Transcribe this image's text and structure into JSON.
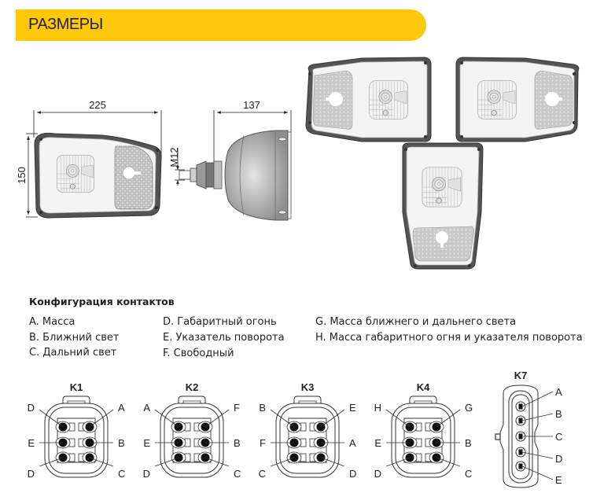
{
  "header": {
    "title": "РАЗМЕРЫ",
    "accent_color": "#fec90a"
  },
  "dimensions": {
    "width_label": "225",
    "height_label": "150",
    "depth_label": "137",
    "thread_label": "M12"
  },
  "views": [
    {
      "name": "front-view-left-lamp",
      "orientation": "horizontal",
      "signal_side": "left"
    },
    {
      "name": "front-view-right-lamp",
      "orientation": "horizontal",
      "signal_side": "right"
    },
    {
      "name": "front-view-vertical-lamp",
      "orientation": "vertical",
      "signal_side": "bottom"
    }
  ],
  "pin_config": {
    "title": "Конфигурация контактов",
    "items": [
      "A. Масса",
      "B. Ближний свет",
      "C. Дальний свет",
      "D. Габаритный огонь",
      "E. Указатель поворота",
      "F. Свободный",
      "G. Масса ближнего и дальнего света",
      "H. Масса габаритного огня и указателя поворота"
    ]
  },
  "connectors": [
    {
      "id": "K1",
      "pins": {
        "top_left": "D",
        "top_right": "A",
        "mid_left": "E",
        "mid_right": "B",
        "bot_left": "D",
        "bot_right": "C"
      }
    },
    {
      "id": "K2",
      "pins": {
        "top_left": "A",
        "top_right": "F",
        "mid_left": "E",
        "mid_right": "B",
        "bot_left": "D",
        "bot_right": "C"
      }
    },
    {
      "id": "K3",
      "pins": {
        "top_left": "B",
        "top_right": "E",
        "mid_left": "F",
        "mid_right": "A",
        "bot_left": "C",
        "bot_right": "D"
      }
    },
    {
      "id": "K4",
      "pins": {
        "top_left": "H",
        "top_right": "G",
        "mid_left": "E",
        "mid_right": "B",
        "bot_left": "D",
        "bot_right": "C"
      }
    },
    {
      "id": "K7",
      "pins": [
        "A",
        "B",
        "C",
        "D",
        "E"
      ]
    }
  ]
}
